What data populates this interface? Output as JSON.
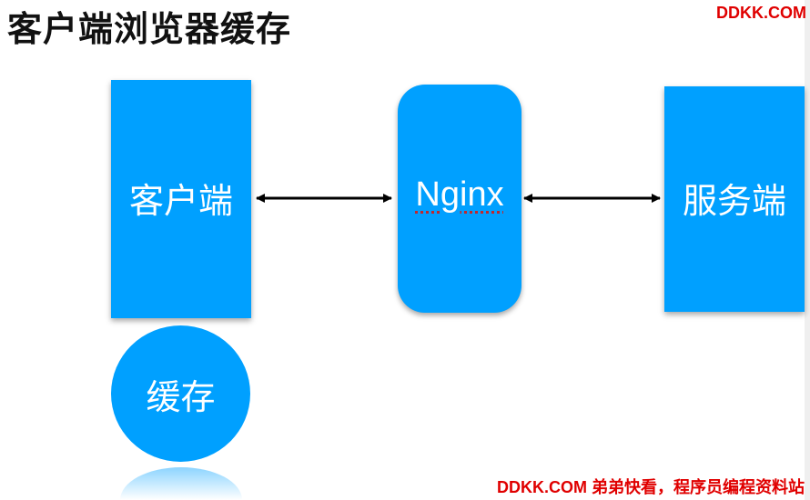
{
  "title": "客户端浏览器缓存",
  "watermark": {
    "top": "DDKK.COM",
    "bottom": "DDKK.COM 弟弟快看，程序员编程资料站"
  },
  "diagram": {
    "client": "客户端",
    "nginx": "Nginx",
    "server": "服务端",
    "cache": "缓存"
  },
  "colors": {
    "box_fill": "#00a0ff",
    "text_on_box": "#ffffff",
    "watermark": "#e00000",
    "arrow": "#000000"
  }
}
